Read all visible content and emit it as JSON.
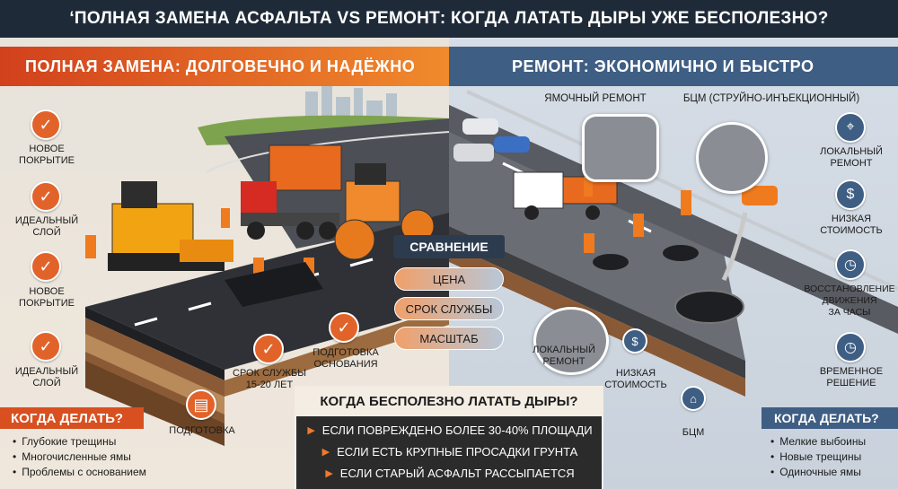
{
  "title": "‘ПОЛНАЯ ЗАМЕНА АСФАЛЬТА VS РЕМОНТ: КОГДА ЛАТАТЬ ДЫРЫ УЖЕ БЕСПОЛЕЗНО?",
  "left": {
    "banner": "ПОЛНАЯ ЗАМЕНА: ДОЛГОВЕЧНО И НАДЁЖНО",
    "badges": [
      {
        "label_1": "НОВОЕ",
        "label_2": "ПОКРЫТИЕ"
      },
      {
        "label_1": "ИДЕАЛЬНЫЙ",
        "label_2": "СЛОЙ"
      },
      {
        "label_1": "НОВОЕ",
        "label_2": "ПОКРЫТИЕ"
      },
      {
        "label_1": "ИДЕАЛЬНЫЙ",
        "label_2": "СЛОЙ"
      }
    ],
    "prep_base_1": "ПОДГОТОВКА",
    "prep_base_2": "ОСНОВАНИЯ",
    "service_1": "СРОК СЛУЖБЫ",
    "service_2": "15-20 ЛЕТ",
    "prep": "ПОДГОТОВКА",
    "when_title": "КОГДА ДЕЛАТЬ?",
    "when_items": [
      "Глубокие трещины",
      "Многочисленные ямы",
      "Проблемы с основанием"
    ],
    "accent": "#e2632a"
  },
  "right": {
    "banner": "РЕМОНТ: ЭКОНОМИЧНО И БЫСТРО",
    "pothole_repair": "ЯМОЧНЫЙ РЕМОНТ",
    "bcm": "БЦМ (СТРУЙНО-ИНЪЕКЦИОННЫЙ)",
    "side_items": [
      {
        "l1": "ЛОКАЛЬНЫЙ",
        "l2": "РЕМОНТ",
        "l3": ""
      },
      {
        "l1": "НИЗКАЯ",
        "l2": "СТОИМОСТЬ",
        "l3": ""
      },
      {
        "l1": "ВОССТАНОВЛЕНИЕ",
        "l2": "ДВИЖЕНИЯ",
        "l3": "ЗА ЧАСЫ"
      },
      {
        "l1": "ВРЕМЕННОЕ",
        "l2": "РЕШЕНИЕ",
        "l3": ""
      }
    ],
    "local_1": "ЛОКАЛЬНЫЙ",
    "local_2": "РЕМОНТ",
    "cost_1": "НИЗКАЯ",
    "cost_2": "СТОИМОСТЬ",
    "bcm_short": "БЦМ",
    "when_title": "КОГДА ДЕЛАТЬ?",
    "when_items": [
      "Мелкие выбоины",
      "Новые трещины",
      "Одиночные ямы"
    ],
    "accent": "#3f5e84"
  },
  "comparison": {
    "title": "СРАВНЕНИЕ",
    "items": [
      "ЦЕНА",
      "СРОК СЛУЖБЫ",
      "МАСШТАБ"
    ]
  },
  "bottom": {
    "title": "КОГДА БЕСПОЛЕЗНО ЛАТАТЬ ДЫРЫ?",
    "items": [
      "ЕСЛИ ПОВРЕЖДЕНО БОЛЕЕ 30-40% ПЛОЩАДИ",
      "ЕСЛИ ЕСТЬ КРУПНЫЕ ПРОСАДКИ ГРУНТА",
      "ЕСЛИ СТАРЫЙ АСФАЛЬТ РАССЫПАЕТСЯ"
    ]
  }
}
